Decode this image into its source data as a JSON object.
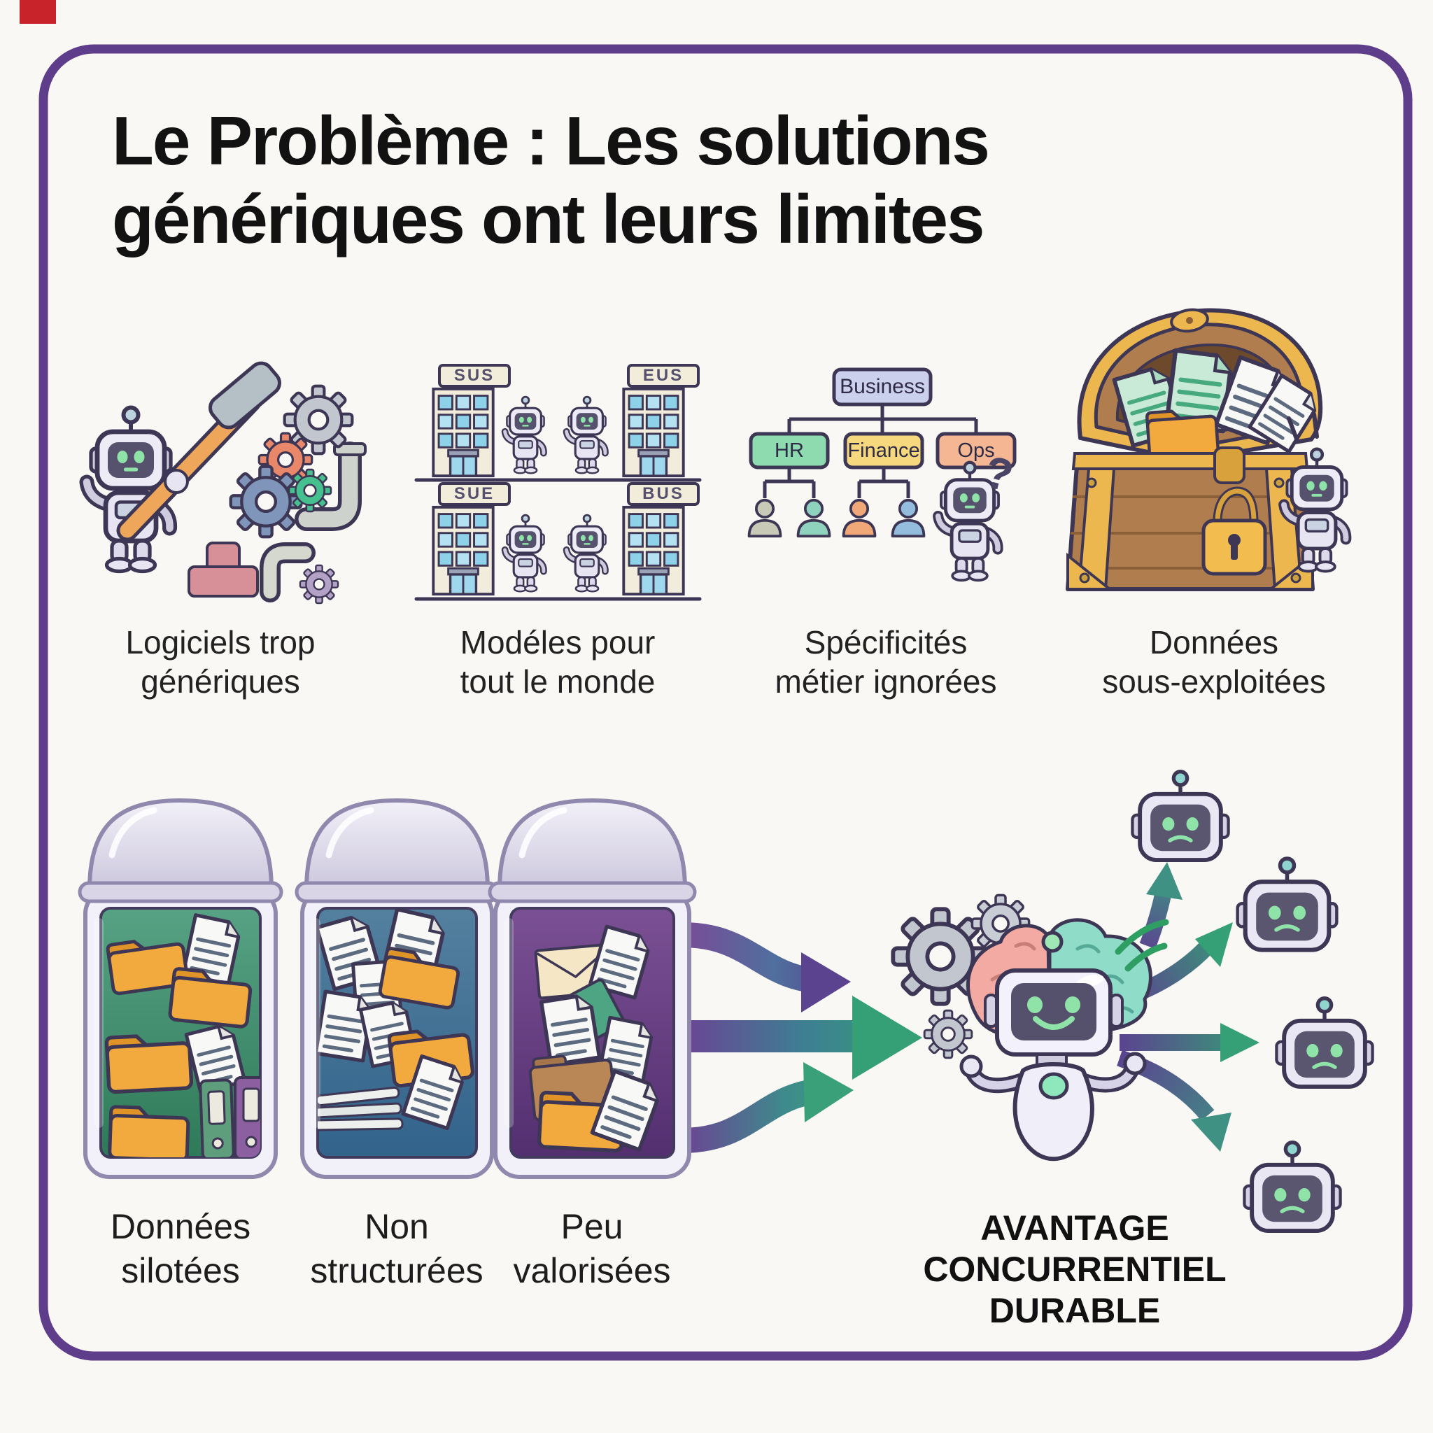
{
  "title": {
    "line1": "Le Problème : Les solutions",
    "line2": "génériques ont leurs limites"
  },
  "problems": [
    {
      "caption_line1": "Logiciels trop",
      "caption_line2": "génériques"
    },
    {
      "caption_line1": "Modéles pour",
      "caption_line2": "tout le monde",
      "building_signs": [
        "SUS",
        "EUS",
        "SUE",
        "BUS"
      ]
    },
    {
      "caption_line1": "Spécificités",
      "caption_line2": "métier ignorées",
      "org_chart": {
        "root": "Business",
        "departments": [
          "HR",
          "Finance",
          "Ops"
        ]
      },
      "question_mark": "?"
    },
    {
      "caption_line1": "Données",
      "caption_line2": "sous-exploitées"
    }
  ],
  "silos": [
    {
      "caption_line1": "Données",
      "caption_line2": "silotées"
    },
    {
      "caption_line1": "Non",
      "caption_line2": "structurées"
    },
    {
      "caption_line1": "Peu",
      "caption_line2": "valorisées"
    }
  ],
  "outcome": {
    "line1": "AVANTAGE",
    "line2": "CONCURRENTIEL",
    "line3": "DURABLE"
  },
  "colors": {
    "background": "#faf8f4",
    "frame_border": "#5e3d8b",
    "corner_mark_red": "#c8232b",
    "outline_ink": "#3d3654",
    "accent_purple": "#5b4390",
    "accent_green": "#35a075",
    "robot_face_green": "#8fe3a9",
    "folder_orange": "#f2a93d",
    "silo_green": "#3f8f6d",
    "silo_blue": "#3f6f94",
    "silo_purple": "#6d4587",
    "business_box": "#cbd0ec",
    "hr_box": "#8edbb0",
    "finance_box": "#f6d97e",
    "ops_box": "#f5b793",
    "chest_gold": "#edb74f",
    "chest_wood": "#b07e4e"
  }
}
